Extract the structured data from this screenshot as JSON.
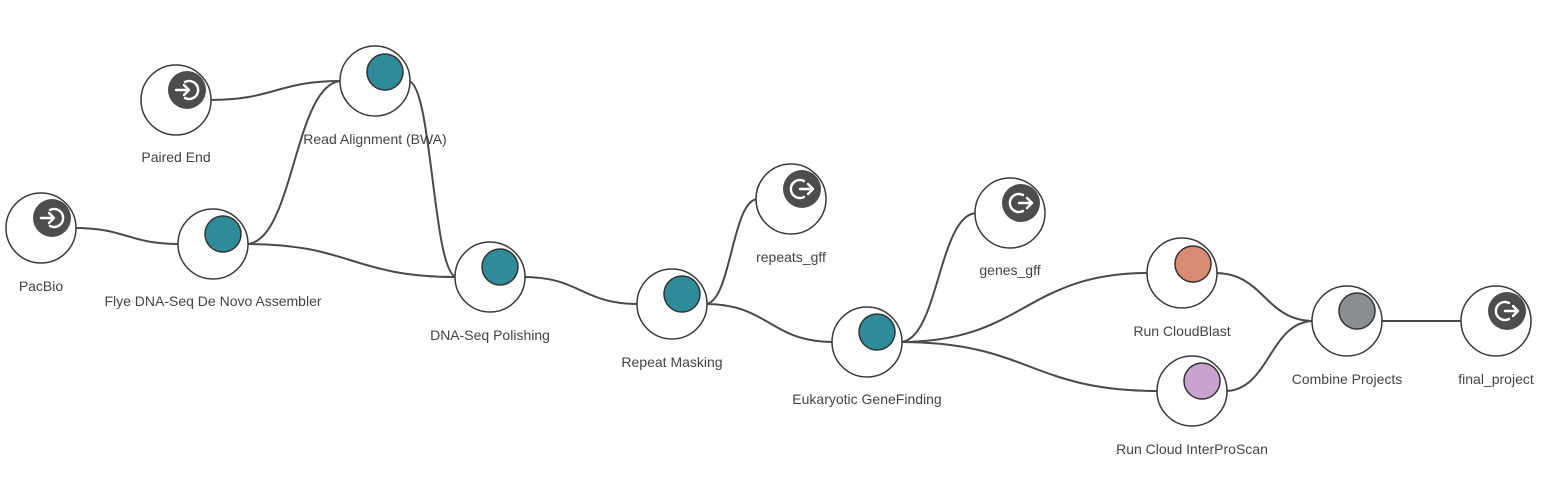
{
  "colors": {
    "tool": "#2e8b9a",
    "blast": "#d88a72",
    "interpro": "#c9a3cf",
    "combine": "#8b8e90",
    "io": "#4d4d4d",
    "edge": "#4a4a4a"
  },
  "nodes": [
    {
      "id": "paired_end",
      "label": "Paired End",
      "kind": "input",
      "icon": "input-arrow-icon"
    },
    {
      "id": "pacbio",
      "label": "PacBio",
      "kind": "input",
      "icon": "input-arrow-icon"
    },
    {
      "id": "bwa",
      "label": "Read Alignment (BWA)",
      "kind": "tool",
      "color": "tool"
    },
    {
      "id": "flye",
      "label": "Flye DNA-Seq De Novo Assembler",
      "kind": "tool",
      "color": "tool"
    },
    {
      "id": "polish",
      "label": "DNA-Seq Polishing",
      "kind": "tool",
      "color": "tool"
    },
    {
      "id": "repeat",
      "label": "Repeat Masking",
      "kind": "tool",
      "color": "tool"
    },
    {
      "id": "repeats_gff",
      "label": "repeats_gff",
      "kind": "output",
      "icon": "output-arrow-icon"
    },
    {
      "id": "genefinding",
      "label": "Eukaryotic GeneFinding",
      "kind": "tool",
      "color": "tool"
    },
    {
      "id": "genes_gff",
      "label": "genes_gff",
      "kind": "output",
      "icon": "output-arrow-icon"
    },
    {
      "id": "cloudblast",
      "label": "Run CloudBlast",
      "kind": "tool",
      "color": "blast"
    },
    {
      "id": "interpro",
      "label": "Run Cloud InterProScan",
      "kind": "tool",
      "color": "interpro"
    },
    {
      "id": "combine",
      "label": "Combine Projects",
      "kind": "tool",
      "color": "combine"
    },
    {
      "id": "final_project",
      "label": "final_project",
      "kind": "output",
      "icon": "output-arrow-icon"
    }
  ],
  "edges": [
    {
      "from": "paired_end",
      "to": "bwa"
    },
    {
      "from": "pacbio",
      "to": "flye"
    },
    {
      "from": "flye",
      "to": "bwa"
    },
    {
      "from": "flye",
      "to": "polish"
    },
    {
      "from": "bwa",
      "to": "polish"
    },
    {
      "from": "polish",
      "to": "repeat"
    },
    {
      "from": "repeat",
      "to": "repeats_gff"
    },
    {
      "from": "repeat",
      "to": "genefinding"
    },
    {
      "from": "genefinding",
      "to": "genes_gff"
    },
    {
      "from": "genefinding",
      "to": "cloudblast"
    },
    {
      "from": "genefinding",
      "to": "interpro"
    },
    {
      "from": "cloudblast",
      "to": "combine"
    },
    {
      "from": "interpro",
      "to": "combine"
    },
    {
      "from": "combine",
      "to": "final_project"
    }
  ]
}
